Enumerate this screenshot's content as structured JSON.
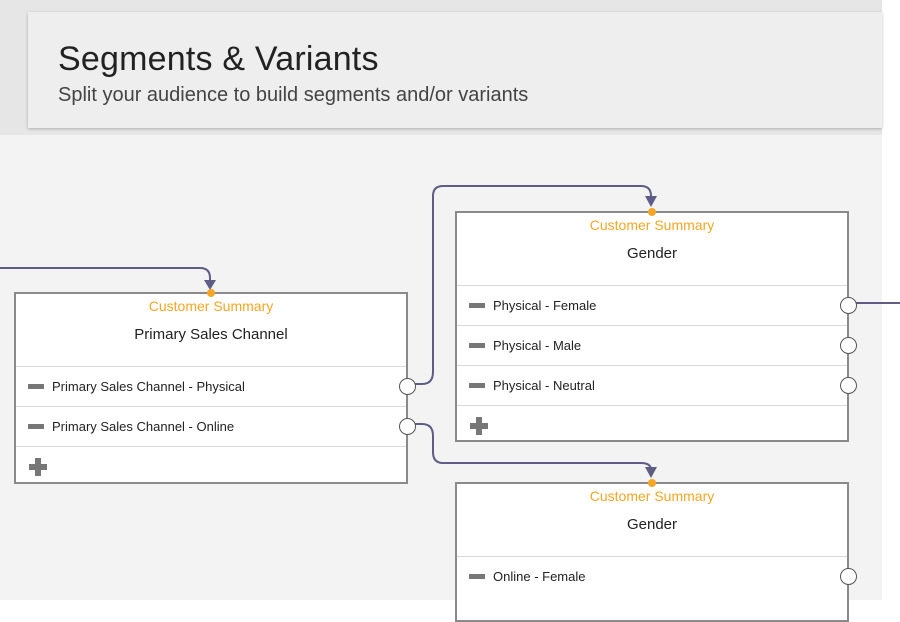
{
  "header": {
    "title": "Segments & Variants",
    "subtitle": "Split your audience to build segments and/or variants"
  },
  "colors": {
    "source_label": "#f5a623",
    "connector": "#5d5d86",
    "node_border": "#8a8a8a"
  },
  "nodes": [
    {
      "source": "Customer Summary",
      "title": "Primary Sales Channel",
      "rows": [
        {
          "label": "Primary Sales Channel - Physical"
        },
        {
          "label": "Primary Sales Channel - Online"
        }
      ]
    },
    {
      "source": "Customer Summary",
      "title": "Gender",
      "rows": [
        {
          "label": "Physical - Female"
        },
        {
          "label": "Physical - Male"
        },
        {
          "label": "Physical - Neutral"
        }
      ]
    },
    {
      "source": "Customer Summary",
      "title": "Gender",
      "rows": [
        {
          "label": "Online - Female"
        }
      ]
    }
  ]
}
